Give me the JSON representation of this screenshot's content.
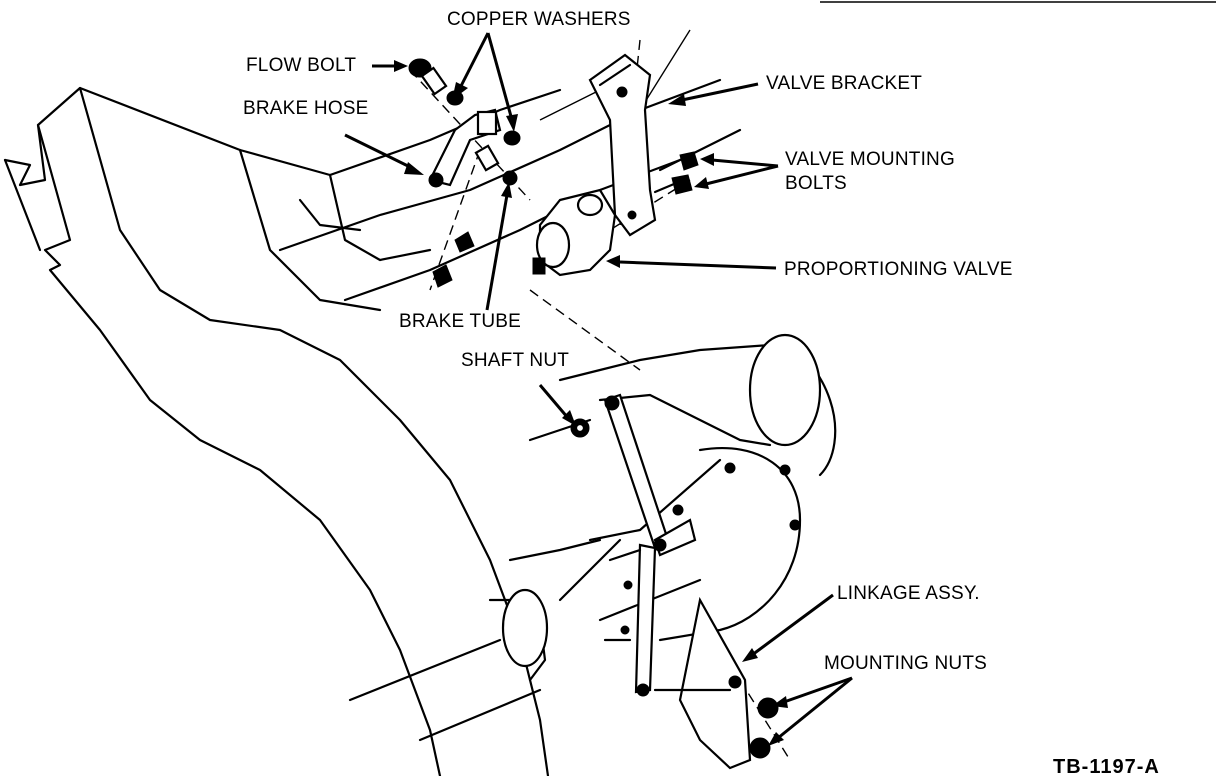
{
  "diagram": {
    "title_code": "TB-1197-A",
    "labels": {
      "copper_washers": "COPPER WASHERS",
      "flow_bolt": "FLOW BOLT",
      "brake_hose": "BRAKE HOSE",
      "valve_bracket": "VALVE BRACKET",
      "valve_mounting_bolts_line1": "VALVE MOUNTING",
      "valve_mounting_bolts_line2": "BOLTS",
      "proportioning_valve": "PROPORTIONING VALVE",
      "brake_tube": "BRAKE TUBE",
      "shaft_nut": "SHAFT NUT",
      "linkage_assy": "LINKAGE ASSY.",
      "mounting_nuts": "MOUNTING NUTS"
    },
    "colors": {
      "ink": "#000000",
      "paper": "#ffffff"
    }
  }
}
